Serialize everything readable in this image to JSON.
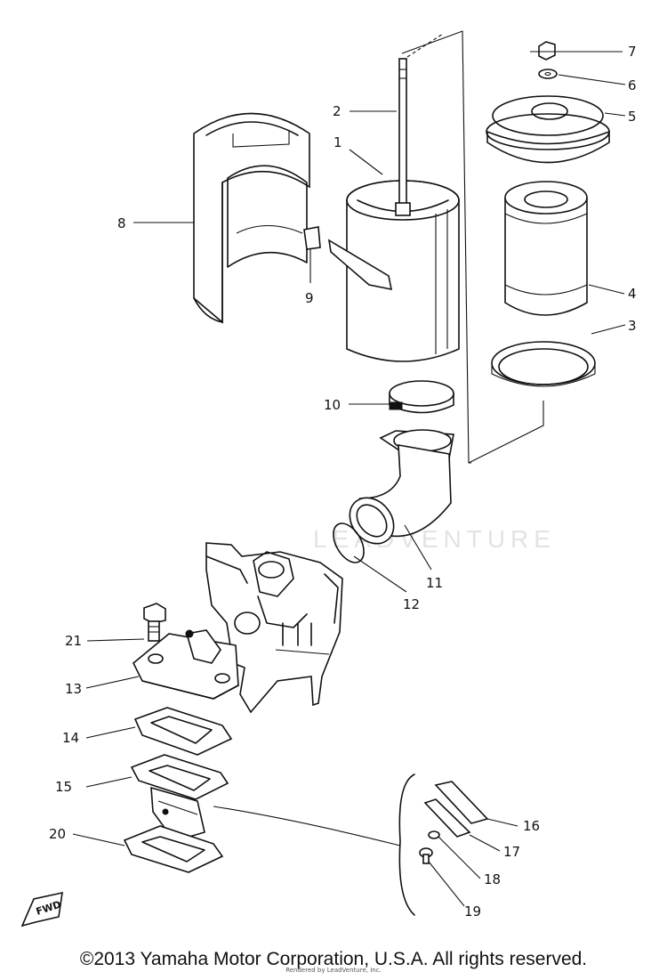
{
  "diagram": {
    "callouts": [
      "1",
      "2",
      "3",
      "4",
      "5",
      "6",
      "7",
      "8",
      "9",
      "10",
      "11",
      "12",
      "13",
      "14",
      "15",
      "16",
      "17",
      "18",
      "19",
      "20",
      "21"
    ],
    "fwd_label": "FWD"
  },
  "footer": {
    "copyright": "©2013 Yamaha Motor Corporation, U.S.A. All rights reserved.",
    "credit": "Rendered by LeadVenture, Inc."
  },
  "watermark": {
    "text": "LEADVENTURE"
  }
}
